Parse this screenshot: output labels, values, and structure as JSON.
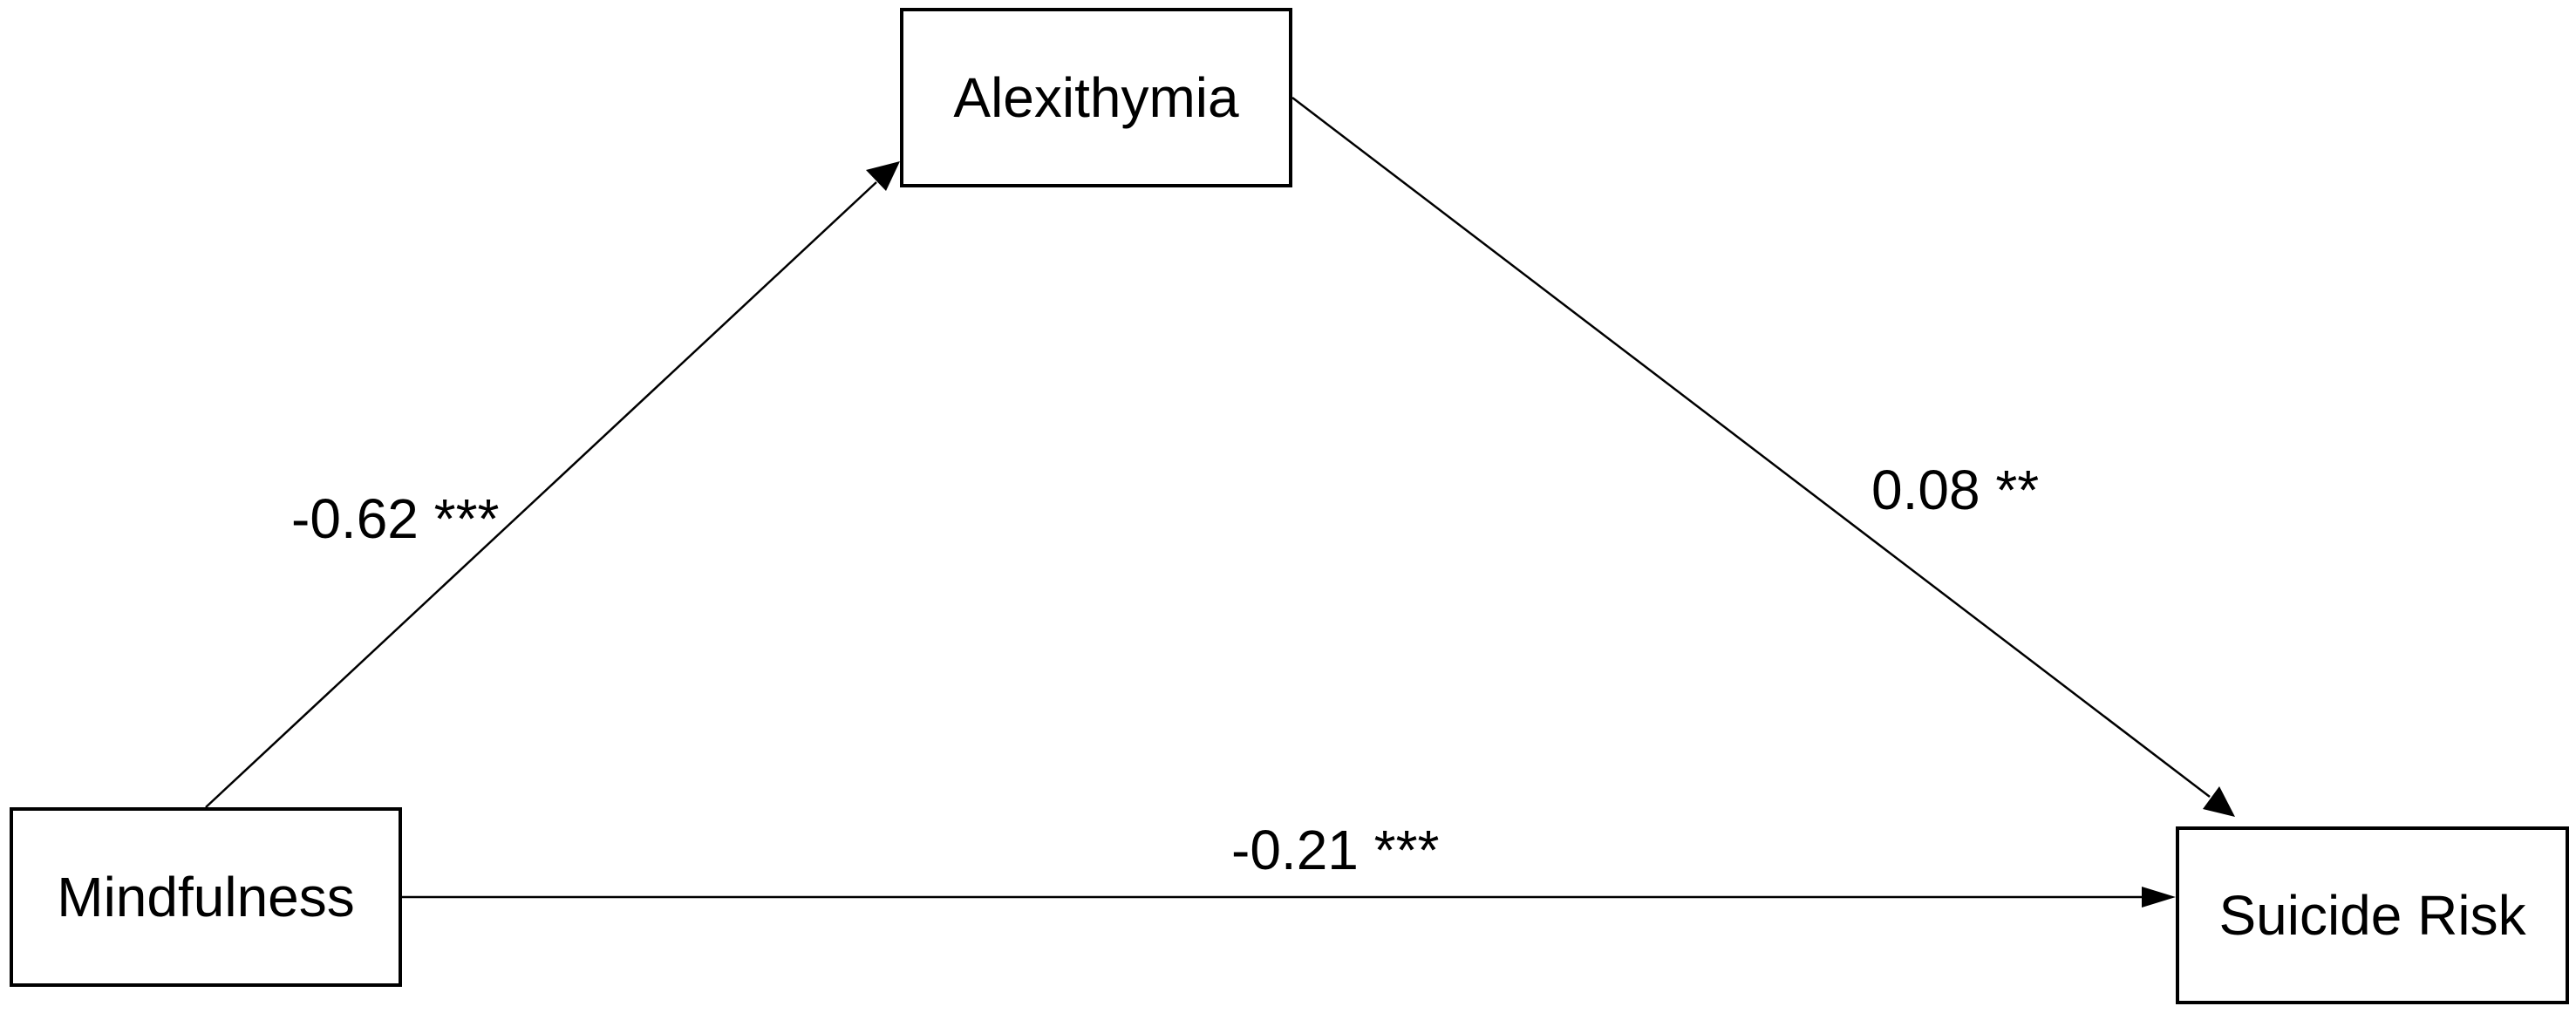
{
  "nodes": {
    "alexithymia": "Alexithymia",
    "mindfulness": "Mindfulness",
    "suicide_risk": "Suicide Risk"
  },
  "paths": {
    "mindfulness_to_alexithymia": "-0.62 ***",
    "alexithymia_to_suicide_risk": "0.08 **",
    "mindfulness_to_suicide_risk": "-0.21 ***"
  },
  "colors": {
    "line": "#000000",
    "background": "#ffffff"
  }
}
